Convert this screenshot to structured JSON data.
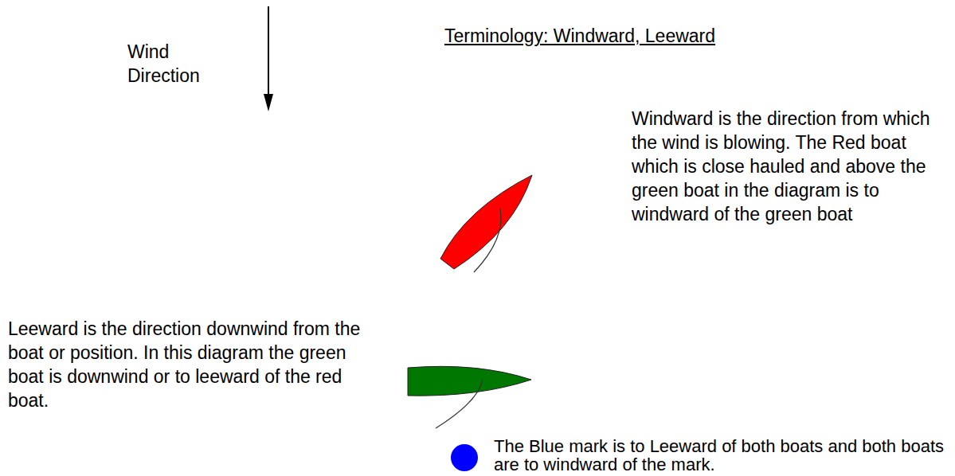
{
  "diagram": {
    "title": "Terminology: Windward, Leeward",
    "labels": [
      "Wind Direction",
      "Windward is the direction from which the wind is blowing. The Red boat which is close hauled and above the green boat in the diagram is to windward of the green boat",
      "Leeward is the direction downwind from the boat or position. In this diagram the green boat is downwind or to leeward of the red boat.",
      "The Blue mark is to Leeward of both boats and both boats are to windward of the mark."
    ]
  }
}
